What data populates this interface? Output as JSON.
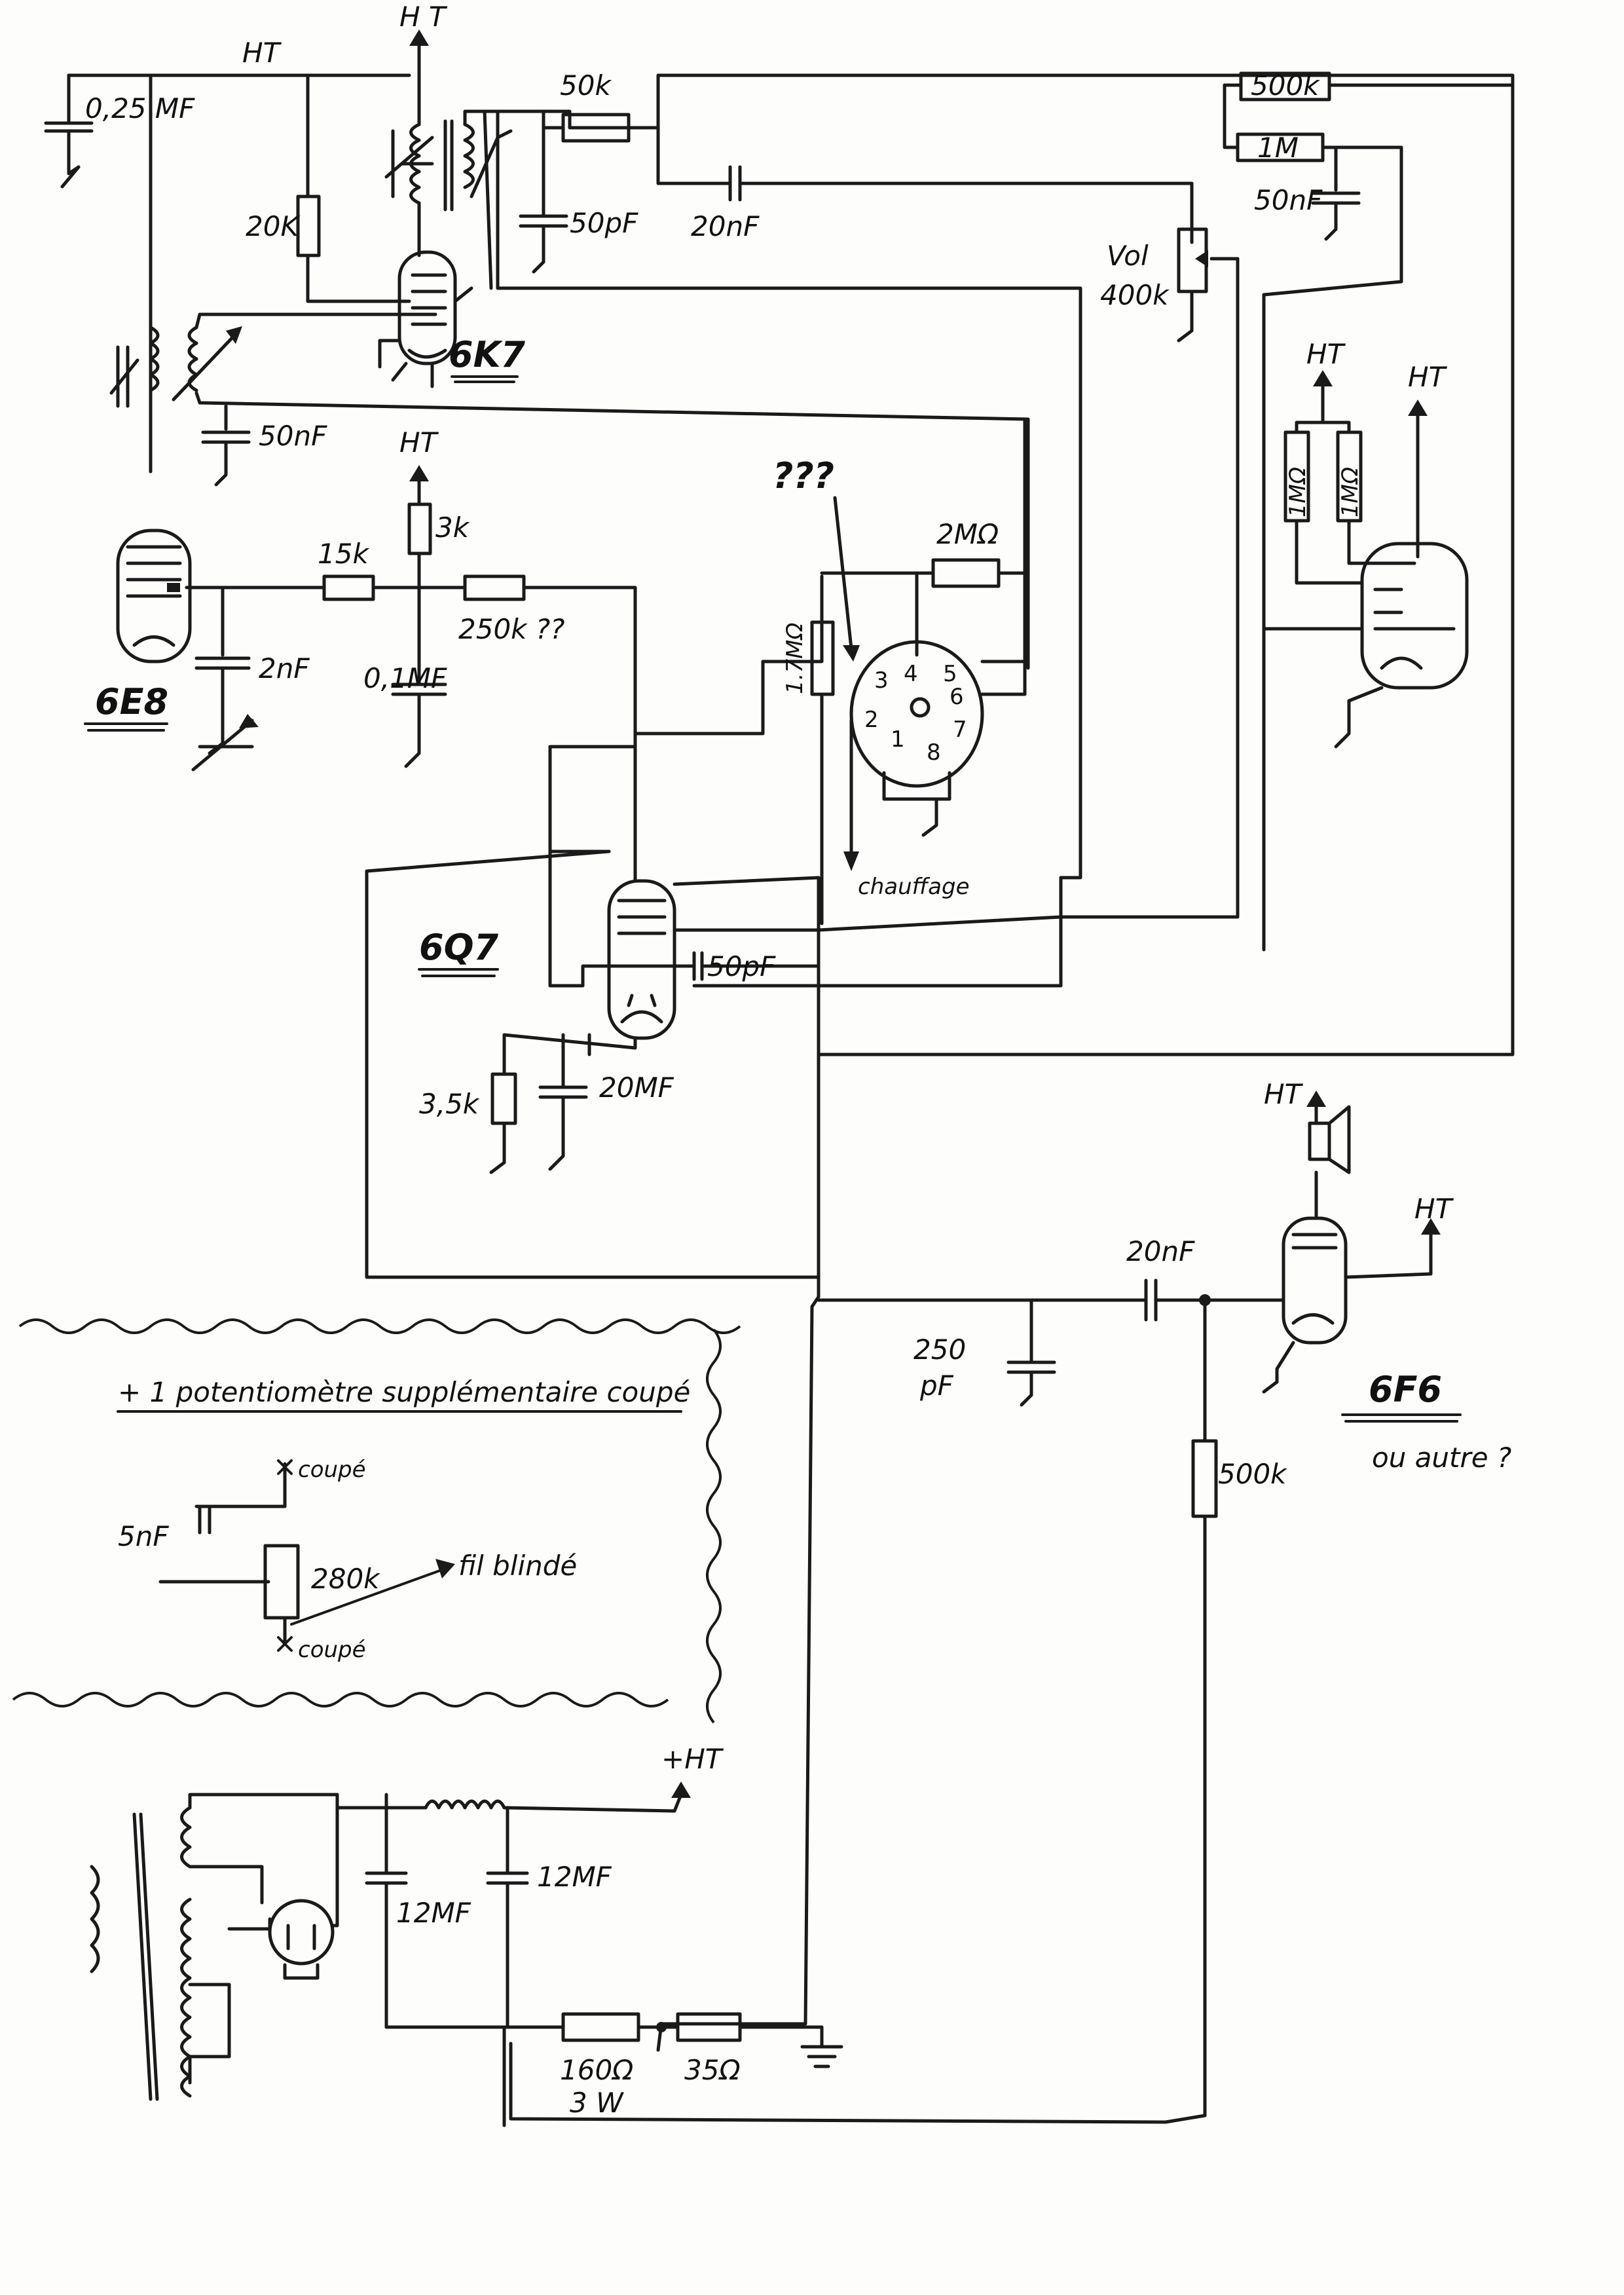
{
  "labels": {
    "ht_top_left": "HT",
    "ht_top_arrow": "H T",
    "cap_025": "0,25 MF",
    "res_20k": "20K",
    "res_50k": "50k",
    "cap_50pf_top": "50pF",
    "cap_20nf_top": "20nF",
    "res_500k_top": "500k",
    "res_1m_top": "1M",
    "cap_50nf_right": "50nF",
    "vol": "Vol",
    "vol_value": "400k",
    "tube_6k7": "6K7",
    "cap_50nf_left": "50nF",
    "ht_3k": "HT",
    "res_3k": "3k",
    "res_15k": "15k",
    "res_250k": "250k ??",
    "cap_2nf": "2nF",
    "cap_01mf": "0,1MF",
    "tube_6e8": "6E8",
    "qqq": "???",
    "res_2m": "2MΩ",
    "res_17m": "1.7MΩ",
    "pin_1": "1",
    "pin_2": "2",
    "pin_3": "3",
    "pin_4": "4",
    "pin_5": "5",
    "pin_6": "6",
    "pin_7": "7",
    "pin_8": "8",
    "chauffage": "chauffage",
    "ht_right1": "HT",
    "ht_right2": "HT",
    "res_1mohm_a": "1MΩ",
    "res_1mohm_b": "1MΩ",
    "tube_6q7": "6Q7",
    "cap_50pf_6q7": "50pF",
    "res_35k": "3,5k",
    "cap_20mf": "20MF",
    "ht_speaker": "HT",
    "ht_6f6": "HT",
    "cap_20nf_6f6": "20nF",
    "cap_250pf_a": "250",
    "cap_250pf_b": "pF",
    "tube_6f6": "6F6",
    "ou_autre": "ou autre ?",
    "res_500k_6f6": "500k",
    "note_title": "+ 1 potentiomètre supplémentaire coupé",
    "note_coupe_top": "coupé",
    "note_coupe_bottom": "coupé",
    "note_5nf": "5nF",
    "note_280k": "280k",
    "note_fil": "fil blindé",
    "ht_psu": "+HT",
    "cap_12mf_a": "12MF",
    "cap_12mf_b": "12MF",
    "res_160": "160Ω",
    "res_160_w": "3 W",
    "res_35ohm": "35Ω"
  }
}
